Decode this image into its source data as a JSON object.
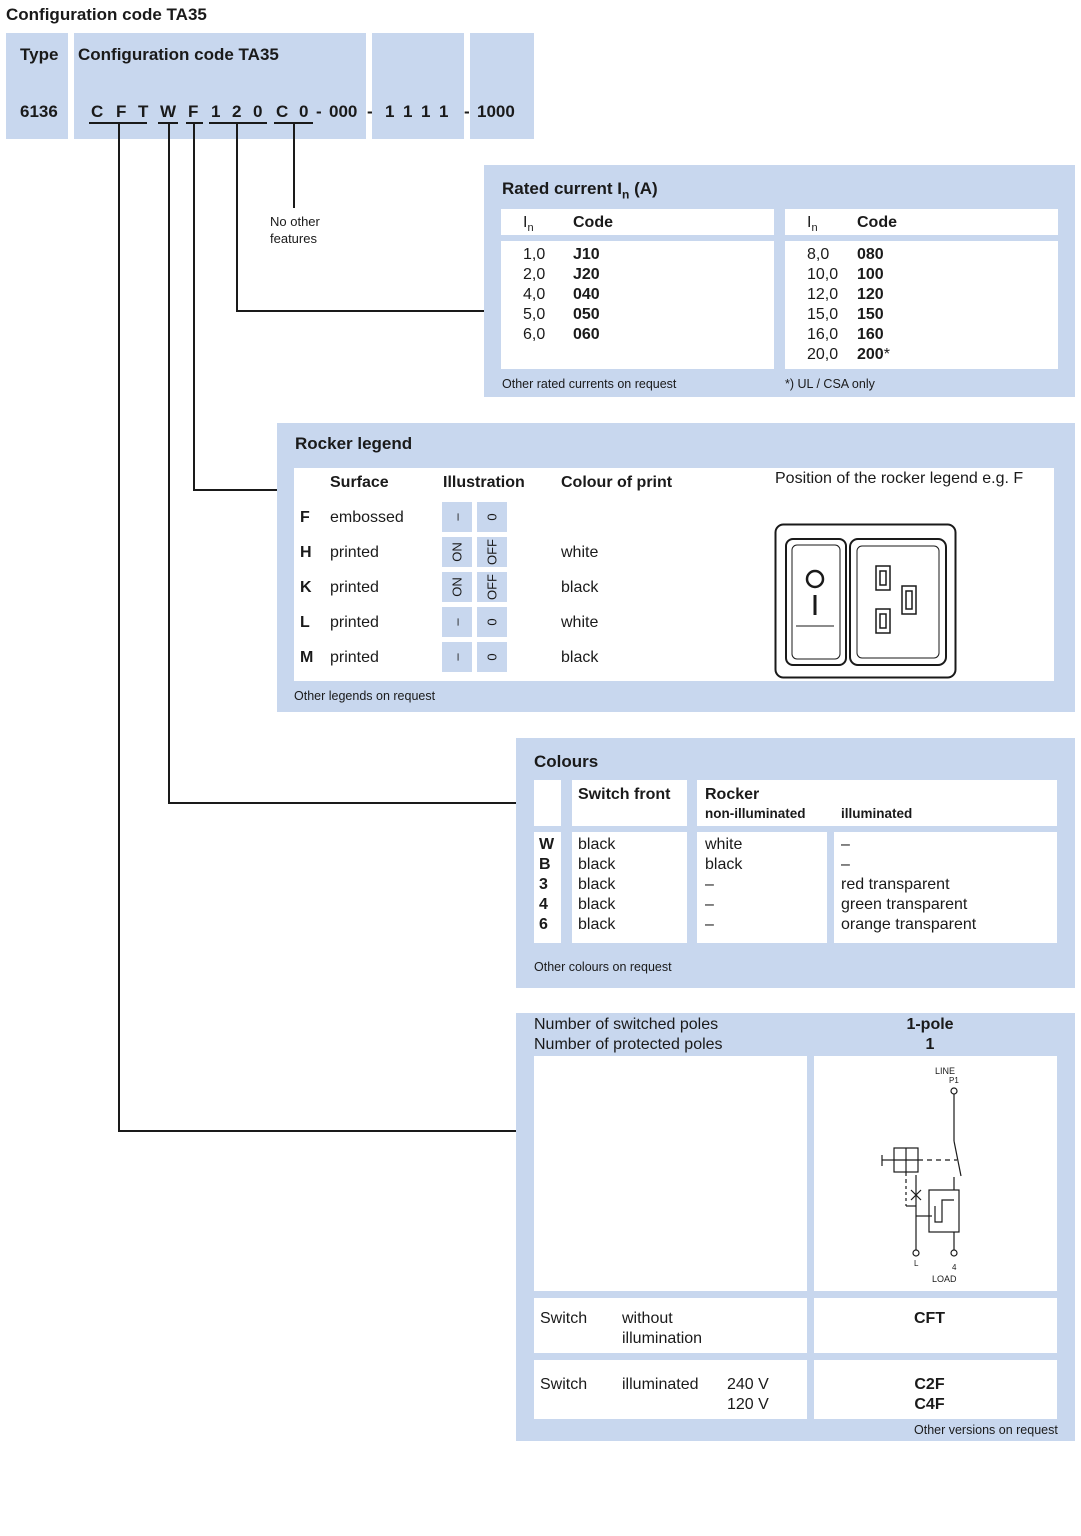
{
  "page_title": "Configuration code TA35",
  "header": {
    "type_label": "Type",
    "config_label": "Configuration code TA35",
    "type_value": "6136",
    "code_letters": [
      "C",
      "F",
      "T",
      "W",
      "F",
      "1",
      "2",
      "0",
      "C",
      "0"
    ],
    "dash1": "-",
    "code_000": "000",
    "dash2": "-",
    "code_1111": [
      "1",
      "1",
      "1",
      "1"
    ],
    "dash3": "-",
    "code_1000": "1000"
  },
  "no_other_features": [
    "No other",
    "features"
  ],
  "rated_current": {
    "title": "Rated current I",
    "title_sub": "n",
    "title_unit": "(A)",
    "col_in": "I",
    "col_in_sub": "n",
    "col_code": "Code",
    "left_rows": [
      {
        "in": "1,0",
        "code": "J10"
      },
      {
        "in": "2,0",
        "code": "J20"
      },
      {
        "in": "4,0",
        "code": "040"
      },
      {
        "in": "5,0",
        "code": "050"
      },
      {
        "in": "6,0",
        "code": "060"
      }
    ],
    "right_rows": [
      {
        "in": "8,0",
        "code": "080"
      },
      {
        "in": "10,0",
        "code": "100"
      },
      {
        "in": "12,0",
        "code": "120"
      },
      {
        "in": "15,0",
        "code": "150"
      },
      {
        "in": "16,0",
        "code": "160"
      },
      {
        "in": "20,0",
        "code": "200",
        "mark": "*"
      }
    ],
    "note_left": "Other rated currents on request",
    "note_right": "*) UL / CSA only"
  },
  "rocker_legend": {
    "title": "Rocker legend",
    "col_surface": "Surface",
    "col_illustration": "Illustration",
    "col_colour": "Colour of print",
    "position_note": "Position of the rocker legend e.g. F",
    "rows": [
      {
        "code": "F",
        "surface": "embossed",
        "ill_a": "–",
        "ill_b": "0",
        "colour": ""
      },
      {
        "code": "H",
        "surface": "printed",
        "ill_a": "ON",
        "ill_b": "OFF",
        "colour": "white"
      },
      {
        "code": "K",
        "surface": "printed",
        "ill_a": "ON",
        "ill_b": "OFF",
        "colour": "black"
      },
      {
        "code": "L",
        "surface": "printed",
        "ill_a": "–",
        "ill_b": "0",
        "colour": "white"
      },
      {
        "code": "M",
        "surface": "printed",
        "ill_a": "–",
        "ill_b": "0",
        "colour": "black"
      }
    ],
    "note": "Other legends on request"
  },
  "colours": {
    "title": "Colours",
    "col_switch_front": "Switch front",
    "col_rocker": "Rocker",
    "col_non_illum": "non-illuminated",
    "col_illum": "illuminated",
    "codes": [
      "W",
      "B",
      "3",
      "4",
      "6"
    ],
    "switch_front": [
      "black",
      "black",
      "black",
      "black",
      "black"
    ],
    "non_illuminated": [
      "white",
      "black",
      "–",
      "–",
      "–"
    ],
    "illuminated": [
      "–",
      "–",
      "red transparent",
      "green transparent",
      "orange transparent"
    ],
    "note": "Other colours on request"
  },
  "poles": {
    "switched_label": "Number of switched poles",
    "switched_value": "1-pole",
    "protected_label": "Number of protected poles",
    "protected_value": "1",
    "schematic": {
      "line": "LINE",
      "p1": "P1",
      "l": "L",
      "four": "4",
      "load": "LOAD"
    },
    "switch_rows": [
      {
        "label": "Switch",
        "desc1": "without",
        "desc2": "illumination",
        "code1": "CFT",
        "code2": ""
      },
      {
        "label": "Switch",
        "desc1": "illuminated",
        "volt1": "240 V",
        "volt2": "120 V",
        "code1": "C2F",
        "code2": "C4F"
      }
    ],
    "note": "Other versions on request"
  }
}
